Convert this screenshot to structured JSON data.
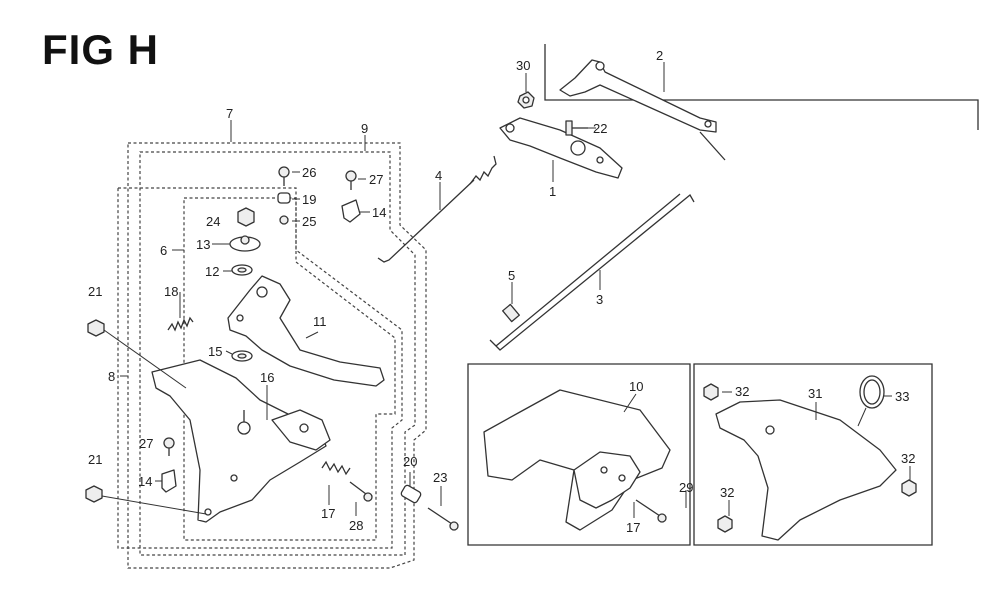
{
  "figure": {
    "title": "FIG H"
  },
  "callouts": {
    "c1": "1",
    "c2": "2",
    "c3": "3",
    "c4": "4",
    "c5": "5",
    "c6": "6",
    "c7": "7",
    "c8": "8",
    "c9": "9",
    "c10": "10",
    "c11": "11",
    "c12": "12",
    "c13": "13",
    "c14a": "14",
    "c14b": "14",
    "c15": "15",
    "c16": "16",
    "c17a": "17",
    "c17b": "17",
    "c18": "18",
    "c19": "19",
    "c20": "20",
    "c21a": "21",
    "c21b": "21",
    "c22": "22",
    "c23": "23",
    "c24": "24",
    "c25": "25",
    "c26": "26",
    "c27a": "27",
    "c27b": "27",
    "c28": "28",
    "c29": "29",
    "c30": "30",
    "c31": "31",
    "c32a": "32",
    "c32b": "32",
    "c32c": "32",
    "c33": "33"
  }
}
